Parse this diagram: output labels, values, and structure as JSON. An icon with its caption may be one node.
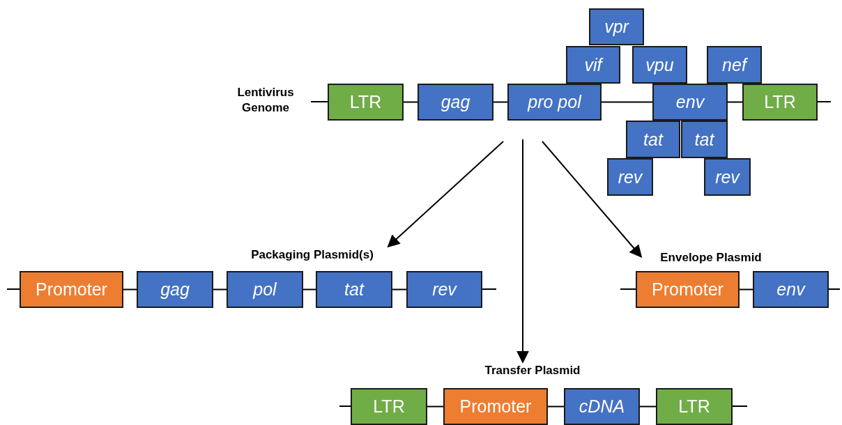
{
  "diagram": {
    "nodes": [
      {
        "text": [
          "vpr"
        ]
      },
      {
        "text": [
          "vif"
        ]
      },
      {
        "text": [
          "vpu"
        ]
      },
      {
        "text": [
          "nef"
        ]
      },
      {
        "text": [
          "LTR"
        ]
      },
      {
        "text": [
          "gag"
        ]
      },
      {
        "text": [
          "pro pol"
        ]
      },
      {
        "text": [
          "env"
        ]
      },
      {
        "text": [
          "LTR"
        ]
      },
      {
        "text": [
          "tat"
        ]
      },
      {
        "text": [
          "tat"
        ]
      },
      {
        "text": [
          "rev"
        ]
      },
      {
        "text": [
          "rev"
        ]
      },
      {
        "text": [
          "Packaging Plasmid(s)"
        ]
      },
      {
        "text": [
          "Envelope Plasmid"
        ]
      },
      {
        "text": [
          "Promoter"
        ]
      },
      {
        "text": [
          "gag"
        ]
      },
      {
        "text": [
          "pol"
        ]
      },
      {
        "text": [
          "tat"
        ]
      },
      {
        "text": [
          "rev"
        ]
      },
      {
        "text": [
          "Promoter"
        ]
      },
      {
        "text": [
          "env"
        ]
      },
      {
        "text": [
          "Transfer Plasmid"
        ]
      },
      {
        "text": [
          "LTR"
        ]
      },
      {
        "text": [
          "Promoter"
        ]
      },
      {
        "text": [
          "cDNA"
        ]
      },
      {
        "text": [
          "LTR"
        ]
      }
    ],
    "edges": [
      {
        "from": 4,
        "to": 5,
        "arrow": "none"
      },
      {
        "from": 5,
        "to": 6,
        "arrow": "none"
      },
      {
        "from": 6,
        "to": 7,
        "arrow": "none"
      },
      {
        "from": 7,
        "to": 8,
        "arrow": "none"
      },
      {
        "from": 15,
        "to": 16,
        "arrow": "none"
      },
      {
        "from": 16,
        "to": 17,
        "arrow": "none"
      },
      {
        "from": 17,
        "to": 18,
        "arrow": "none"
      },
      {
        "from": 18,
        "to": 19,
        "arrow": "none"
      },
      {
        "from": 20,
        "to": 21,
        "arrow": "none"
      },
      {
        "from": 23,
        "to": 24,
        "arrow": "none"
      },
      {
        "from": 24,
        "to": 25,
        "arrow": "none"
      },
      {
        "from": 25,
        "to": 26,
        "arrow": "none"
      },
      {
        "from": null,
        "to": 13,
        "arrow": "to"
      },
      {
        "from": null,
        "to": 22,
        "arrow": "to"
      },
      {
        "from": null,
        "to": 14,
        "arrow": "to"
      }
    ],
    "labels": [
      "Lentivirus Genome"
    ]
  }
}
